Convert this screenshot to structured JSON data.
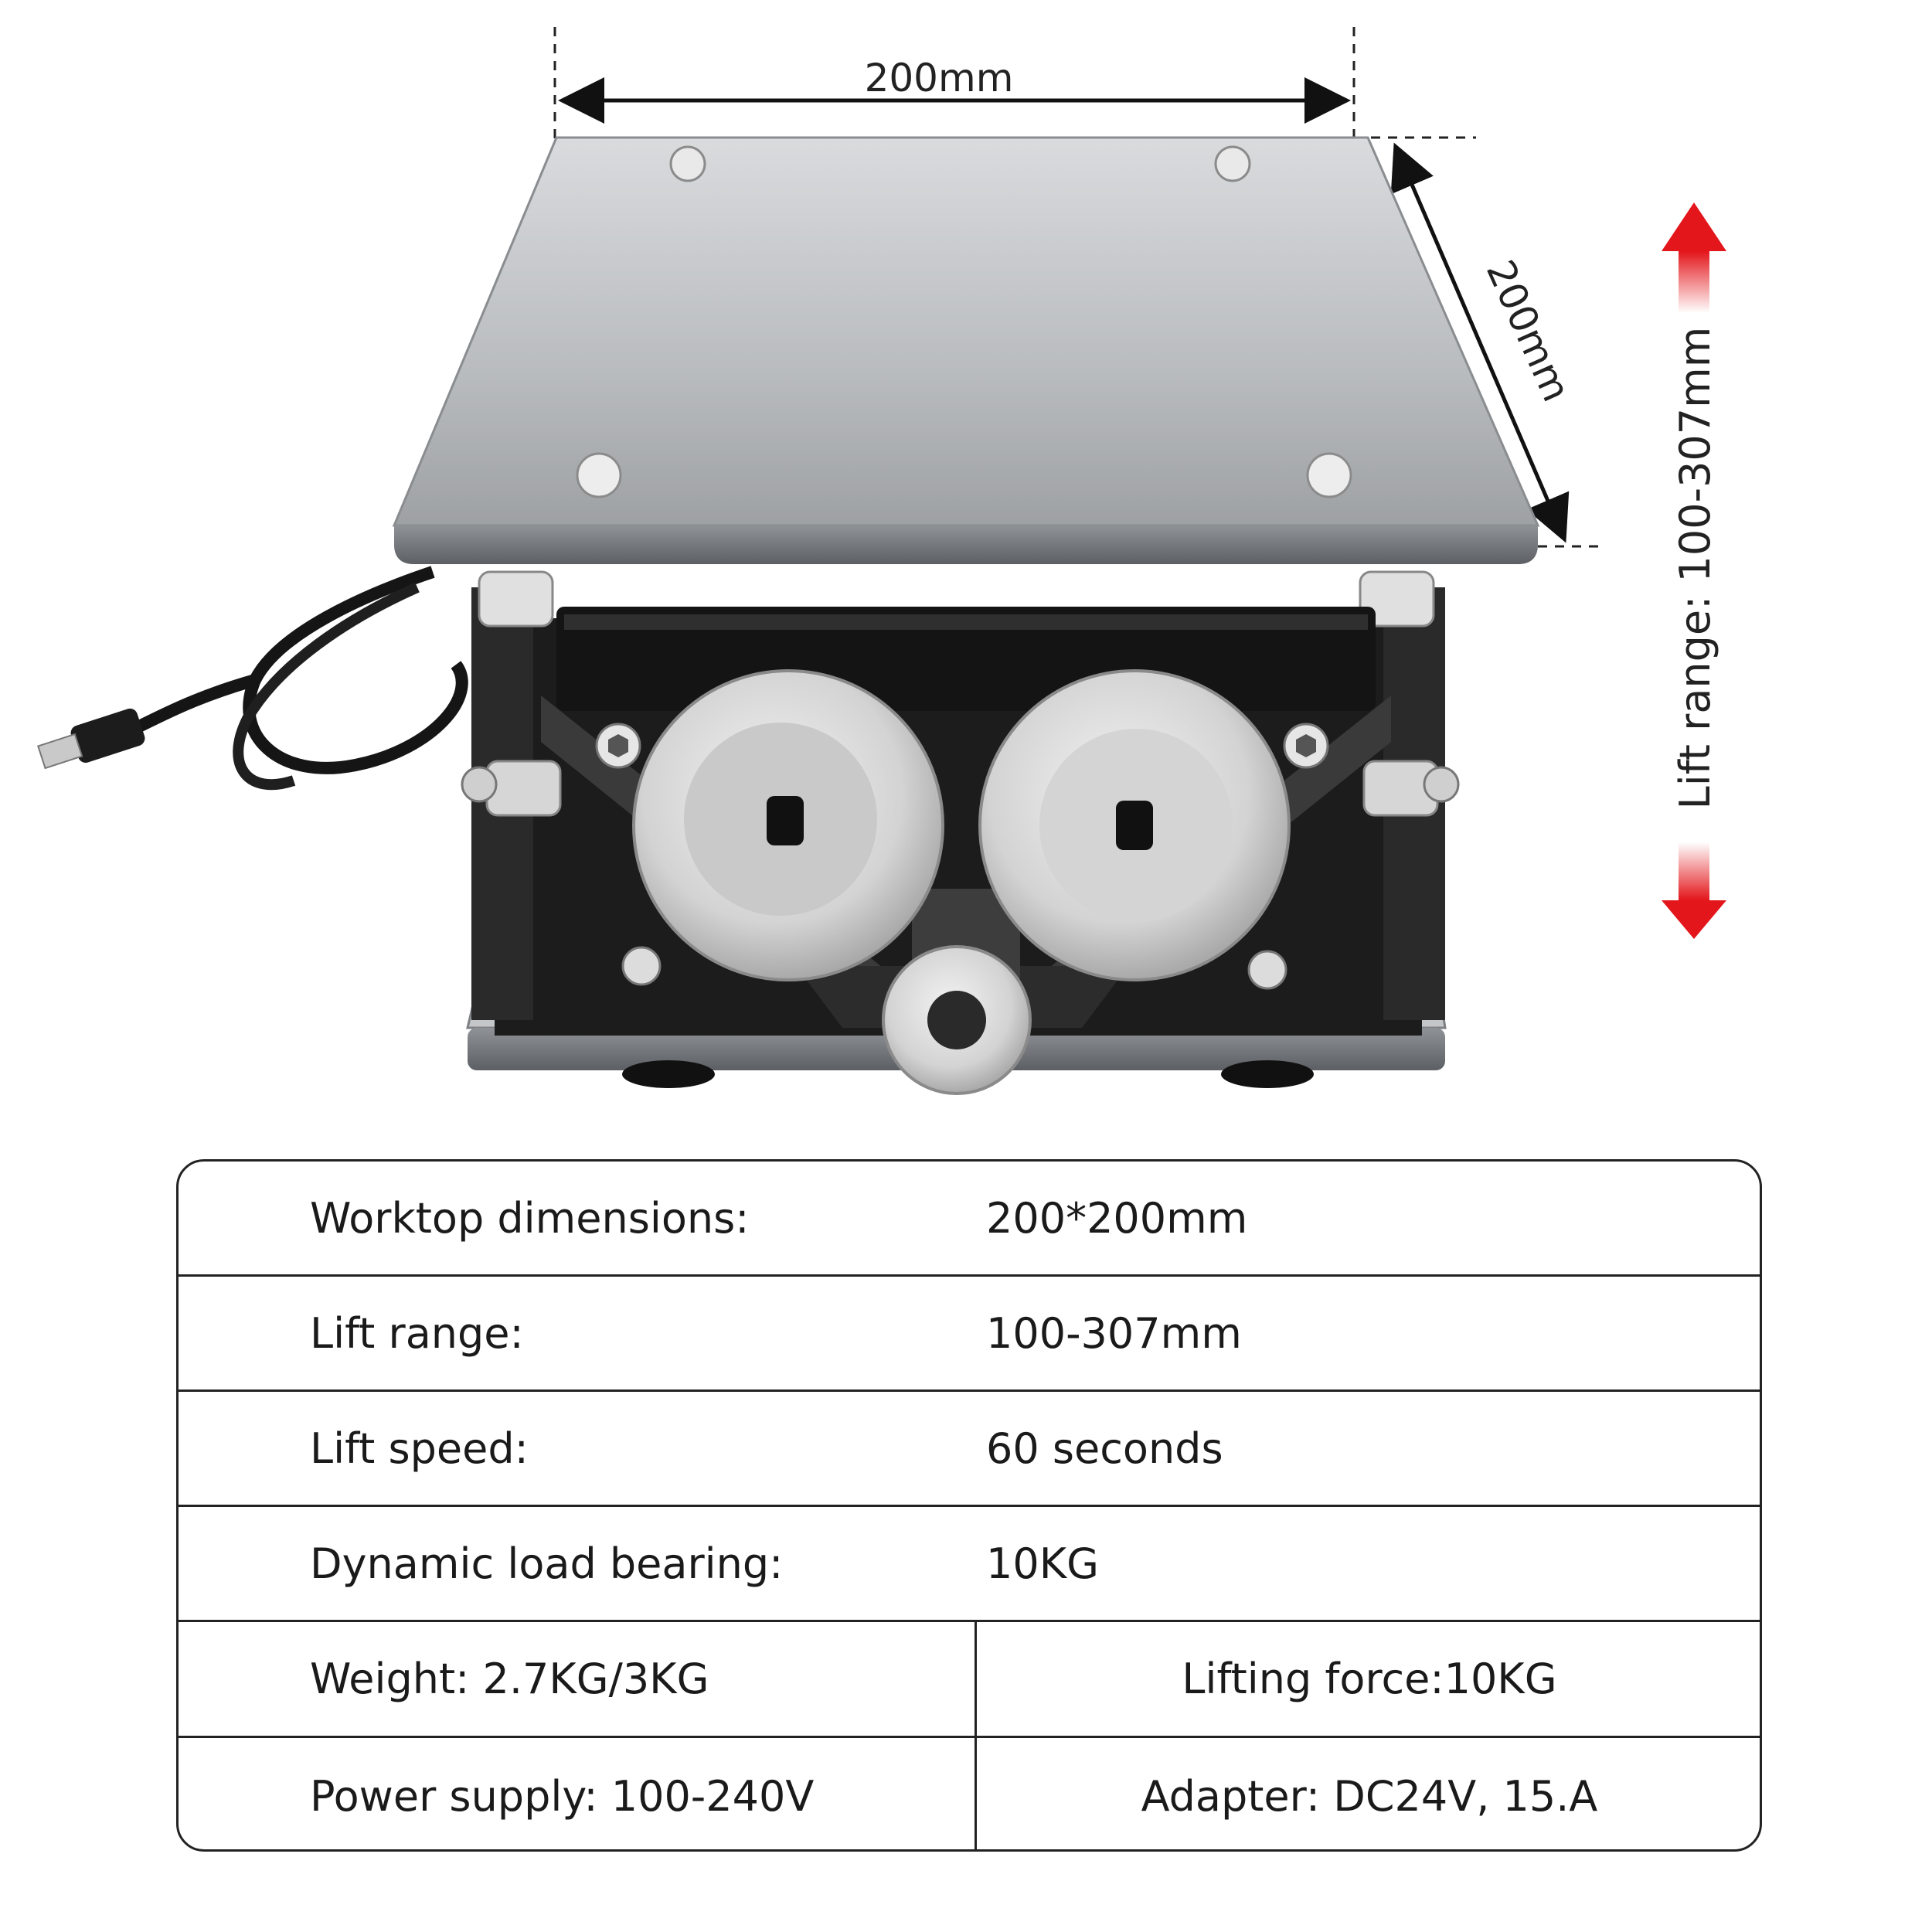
{
  "dimensions": {
    "width_label": "200mm",
    "depth_label": "200mm",
    "lift_label": "Lift range: 100-307mm"
  },
  "colors": {
    "arrow_red": "#e3161b",
    "line": "#222222",
    "plate_steel": "#bfc2c5",
    "frame_black": "#1c1c1c",
    "pulley_aluminum": "#dcdcdc"
  },
  "specs": {
    "rows": [
      {
        "label": "Worktop dimensions:",
        "value": "200*200mm"
      },
      {
        "label": "Lift range:",
        "value": "100-307mm"
      },
      {
        "label": "Lift speed:",
        "value": "60 seconds"
      },
      {
        "label": "Dynamic load bearing:",
        "value": "10KG"
      }
    ],
    "split_rows": [
      {
        "left": "Weight: 2.7KG/3KG",
        "right": "Lifting force:10KG"
      },
      {
        "left": "Power supply: 100-240V",
        "right": "Adapter: DC24V, 15.A"
      }
    ]
  }
}
